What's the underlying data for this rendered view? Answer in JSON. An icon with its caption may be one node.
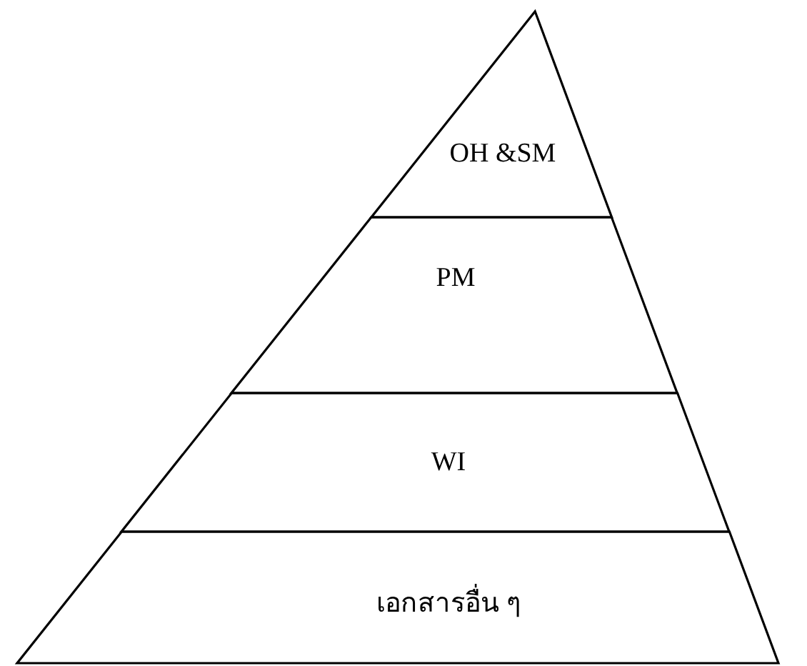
{
  "diagram": {
    "nodes": [
      {
        "text": [
          "OH &SM"
        ]
      },
      {
        "text": [
          "PM"
        ]
      },
      {
        "text": [
          "WI"
        ]
      },
      {
        "text": [
          "เอกสารอื่น ๆ"
        ]
      }
    ]
  }
}
